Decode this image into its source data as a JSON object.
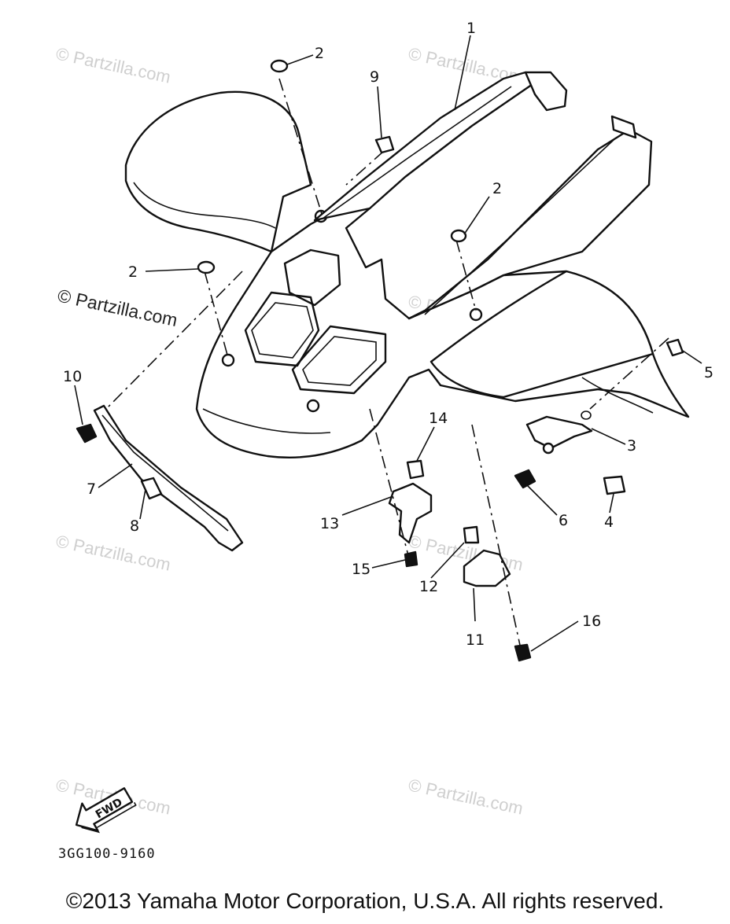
{
  "watermarks": [
    "© Partzilla.com",
    "© Partzilla.com",
    "© Partzilla.com",
    "© Partzilla.com",
    "© Partzilla.com",
    "© Partzilla.com",
    "© Partzilla.com",
    "© Partzilla.com"
  ],
  "callouts": [
    "1",
    "2",
    "9",
    "2",
    "2",
    "10",
    "5",
    "3",
    "14",
    "7",
    "8",
    "13",
    "6",
    "4",
    "15",
    "12",
    "11",
    "16"
  ],
  "fwd_label": "FWD",
  "diagram_code": "3GG100-9160",
  "copyright": "©2013 Yamaha Motor Corporation, U.S.A. All rights reserved."
}
